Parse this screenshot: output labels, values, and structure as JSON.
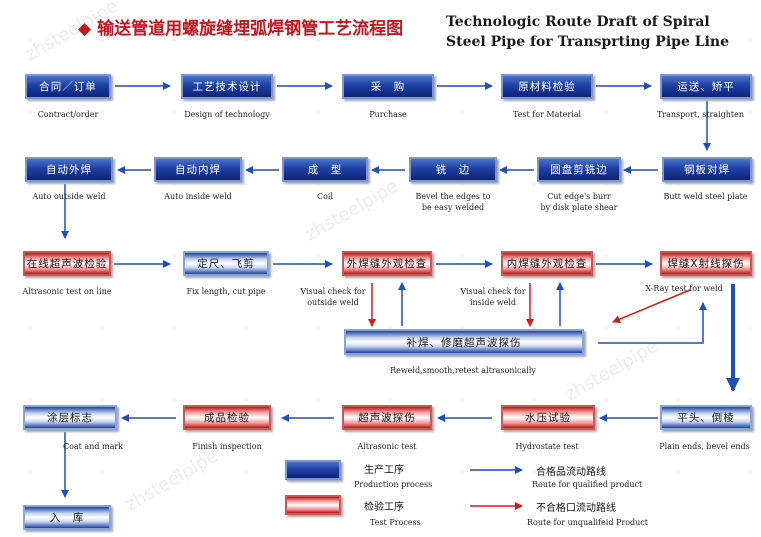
{
  "title": {
    "zh": "输送管道用螺旋缝埋弧焊钢管工艺流程图",
    "en": "Technologic Route Draft of Spiral Steel Pipe for Transprting Pipe Line"
  },
  "steps": {
    "contract": {
      "zh": "合同／订单",
      "en": "Contract/order"
    },
    "design": {
      "zh": "工艺技术设计",
      "en": "Design of technology"
    },
    "purchase": {
      "zh": "采　购",
      "en": "Purchase"
    },
    "material_test": {
      "zh": "原材料检验",
      "en": "Test for Material"
    },
    "transport": {
      "zh": "运送、矫平",
      "en": "Transport, straighten"
    },
    "butt_weld": {
      "zh": "钢板对焊",
      "en": "Butt weld steel plate"
    },
    "cut_edge": {
      "zh": "圆盘剪铣边",
      "en_1": "Cut edge's burr",
      "en_2": "by disk plate shear"
    },
    "bevel": {
      "zh": "铣　边",
      "en_1": "Bevel the edges to",
      "en_2": "be easy welded"
    },
    "coil": {
      "zh": "成　型",
      "en": "Coil"
    },
    "auto_inside": {
      "zh": "自动内焊",
      "en": "Auto inside weld"
    },
    "auto_outside": {
      "zh": "自动外焊",
      "en": "Auto outside weld"
    },
    "ultrasonic_online": {
      "zh": "在线超声波检验",
      "en": "Altrasonic test on line"
    },
    "fix_length": {
      "zh": "定尺、飞剪",
      "en": "Fix length, cut pipe"
    },
    "visual_outside": {
      "zh": "外焊缝外观检查",
      "en_1": "Visual check for",
      "en_2": "outside weld"
    },
    "visual_inside": {
      "zh": "内焊缝外观检查",
      "en_1": "Visual check for",
      "en_2": "inside weld"
    },
    "xray": {
      "zh": "焊缝X射线探伤",
      "en": "X-Ray test for weld"
    },
    "reweld": {
      "zh": "补焊、修磨超声波探伤",
      "en": "Reweld,smooth,retest altrasonically"
    },
    "plain_ends": {
      "zh": "平头、倒棱",
      "en": "Plain ends, bevel ends"
    },
    "hydrostate": {
      "zh": "水压试验",
      "en": "Hydrostate test"
    },
    "ultrasonic_test": {
      "zh": "超声波探伤",
      "en": "Altrasonic test"
    },
    "finish_inspection": {
      "zh": "成品检验",
      "en": "Finish inspection"
    },
    "coat_mark": {
      "zh": "涂层标志",
      "en": "Coat and mark"
    },
    "store": {
      "zh": "入　库",
      "en": ""
    }
  },
  "legend": {
    "production": {
      "zh": "生产工序",
      "en": "Production process"
    },
    "test": {
      "zh": "检验工序",
      "en": "Test Process"
    },
    "qualified": {
      "zh": "合格品流动路线",
      "en": "Route for qualified product"
    },
    "unqualified": {
      "zh": "不合格口流动路线",
      "en": "Route for unqualifeid Product"
    }
  },
  "watermark": "zhsteelpipe",
  "colors": {
    "qualified_arrow": "#1f4fb8",
    "unqualified_arrow": "#d41a1a",
    "title_red": "#c0181f",
    "blue_box": "#1f40a3",
    "red_box": "#b51818"
  }
}
